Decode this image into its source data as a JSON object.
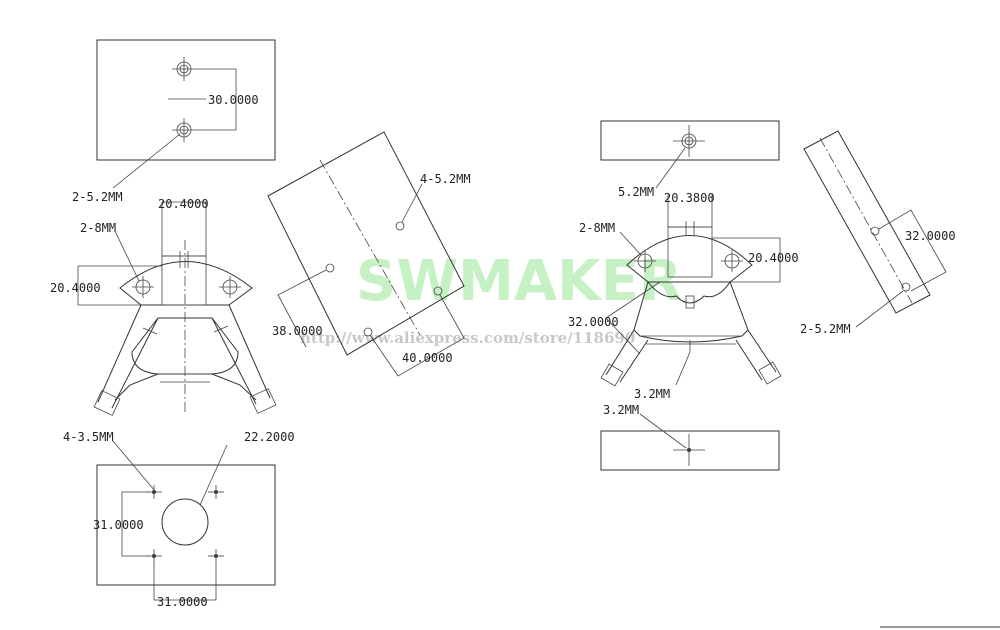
{
  "watermark": {
    "brand": "SWMAKER",
    "url": "http://www.aliexpress.com/store/118690"
  },
  "labels": {
    "top_plate_spacing": "30.0000",
    "top_plate_holes": "2-5.2MM",
    "bracket_width": "20.4000",
    "bracket_holes": "2-8MM",
    "bracket_height": "20.4000",
    "slanted_holes": "4-5.2MM",
    "slanted_dim_a": "38.0000",
    "slanted_dim_b": "40.0000",
    "motor_holes": "4-3.5MM",
    "motor_bore": "22.2000",
    "motor_vert": "31.0000",
    "motor_horiz": "31.0000",
    "right_top_hole": "5.2MM",
    "right_bracket_width": "20.3800",
    "right_bracket_holes": "2-8MM",
    "right_bracket_height": "20.4000",
    "right_side_dim": "32.0000",
    "right_slot": "3.2MM",
    "right_bottom_hole": "3.2MM",
    "right_rot_dim": "32.0000",
    "right_rot_holes": "2-5.2MM"
  }
}
